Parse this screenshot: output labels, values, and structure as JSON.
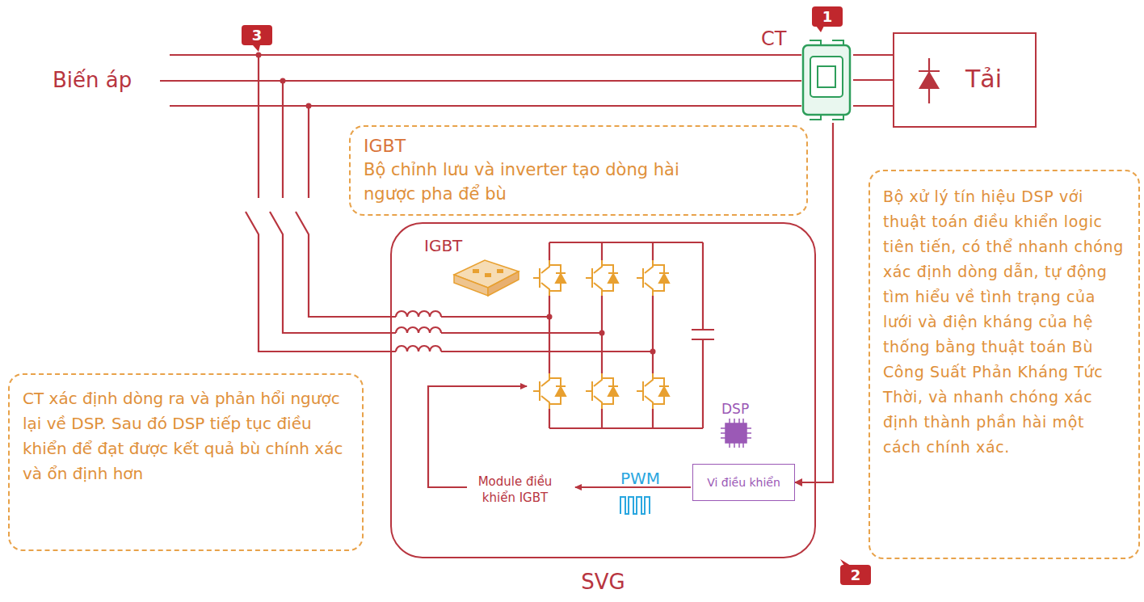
{
  "diagram": {
    "nodes": [
      {
        "text": [
          "CT"
        ]
      },
      {
        "text": [
          "Tải"
        ]
      },
      {
        "text": [
          "IGBT",
          "Bộ chỉnh lưu và inverter tạo dòng hài ngược pha để bù"
        ]
      },
      {
        "text": [
          "Bộ xử lý tín hiệu DSP với thuật toán điều khiển logic tiên tiến, có thể nhanh chóng xác định dòng dẫn, tự động tìm hiểu về tình trạng của lưới và điện kháng của hệ thống bằng thuật toán Bù Công Suất Phản Kháng Tức Thời, và nhanh chóng xác định thành phần hài một cách chính xác."
        ]
      },
      {
        "text": [
          "SVG"
        ]
      },
      {
        "text": [
          "Vi điều khiển"
        ],
        "in": 4
      },
      {
        "text": [
          "CT xác định dòng ra và phản hổi ngược lại về DSP. Sau đó DSP tiếp tục điều khiển để đạt được kết quả bù chính xác và ổn định hơn"
        ]
      }
    ],
    "edges": [
      {
        "from": 0,
        "to": 5,
        "arrow": "to"
      },
      {
        "from": 0,
        "to": 1,
        "arrow": "none"
      }
    ],
    "labels": [
      "Biến áp",
      "3",
      "1",
      "2",
      "IGBT",
      "DSP",
      "PWM",
      "Module điều khiển IGBT"
    ]
  }
}
